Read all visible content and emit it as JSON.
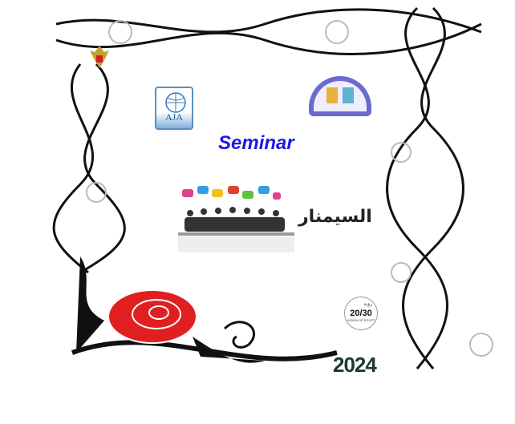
{
  "title": "Seminar",
  "arabic_title": "السيمنار",
  "logos": {
    "aja": "AJA",
    "vision": {
      "number": "20/30",
      "subtitle": "VISION OF EGYPT",
      "arabic": "رؤية"
    },
    "year": "2024"
  },
  "colors": {
    "title": "#1a1ae6",
    "rose": "#e02020"
  }
}
